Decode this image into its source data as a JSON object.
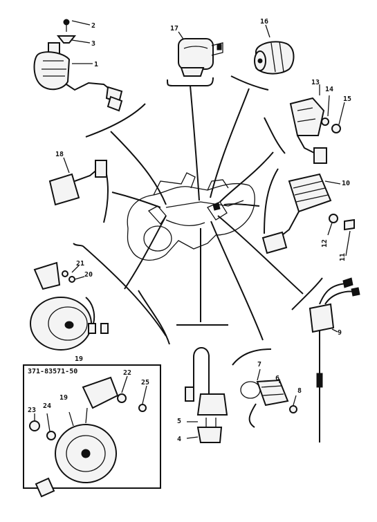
{
  "labels": {
    "p1": "1",
    "p2": "2",
    "p3": "3",
    "p4": "4",
    "p5": "5",
    "p6": "6",
    "p7": "7",
    "p8": "8",
    "p9": "9",
    "p10": "10",
    "p11": "11",
    "p12": "12",
    "p13": "13",
    "p14": "14",
    "p15": "15",
    "p16": "16",
    "p17": "17",
    "p18": "18",
    "p19": "19",
    "p19b": "19",
    "p20": "20",
    "p21": "21",
    "p22": "22",
    "p23": "23",
    "p24": "24",
    "p25": "25"
  },
  "inset": {
    "title": "371-83571-50"
  }
}
